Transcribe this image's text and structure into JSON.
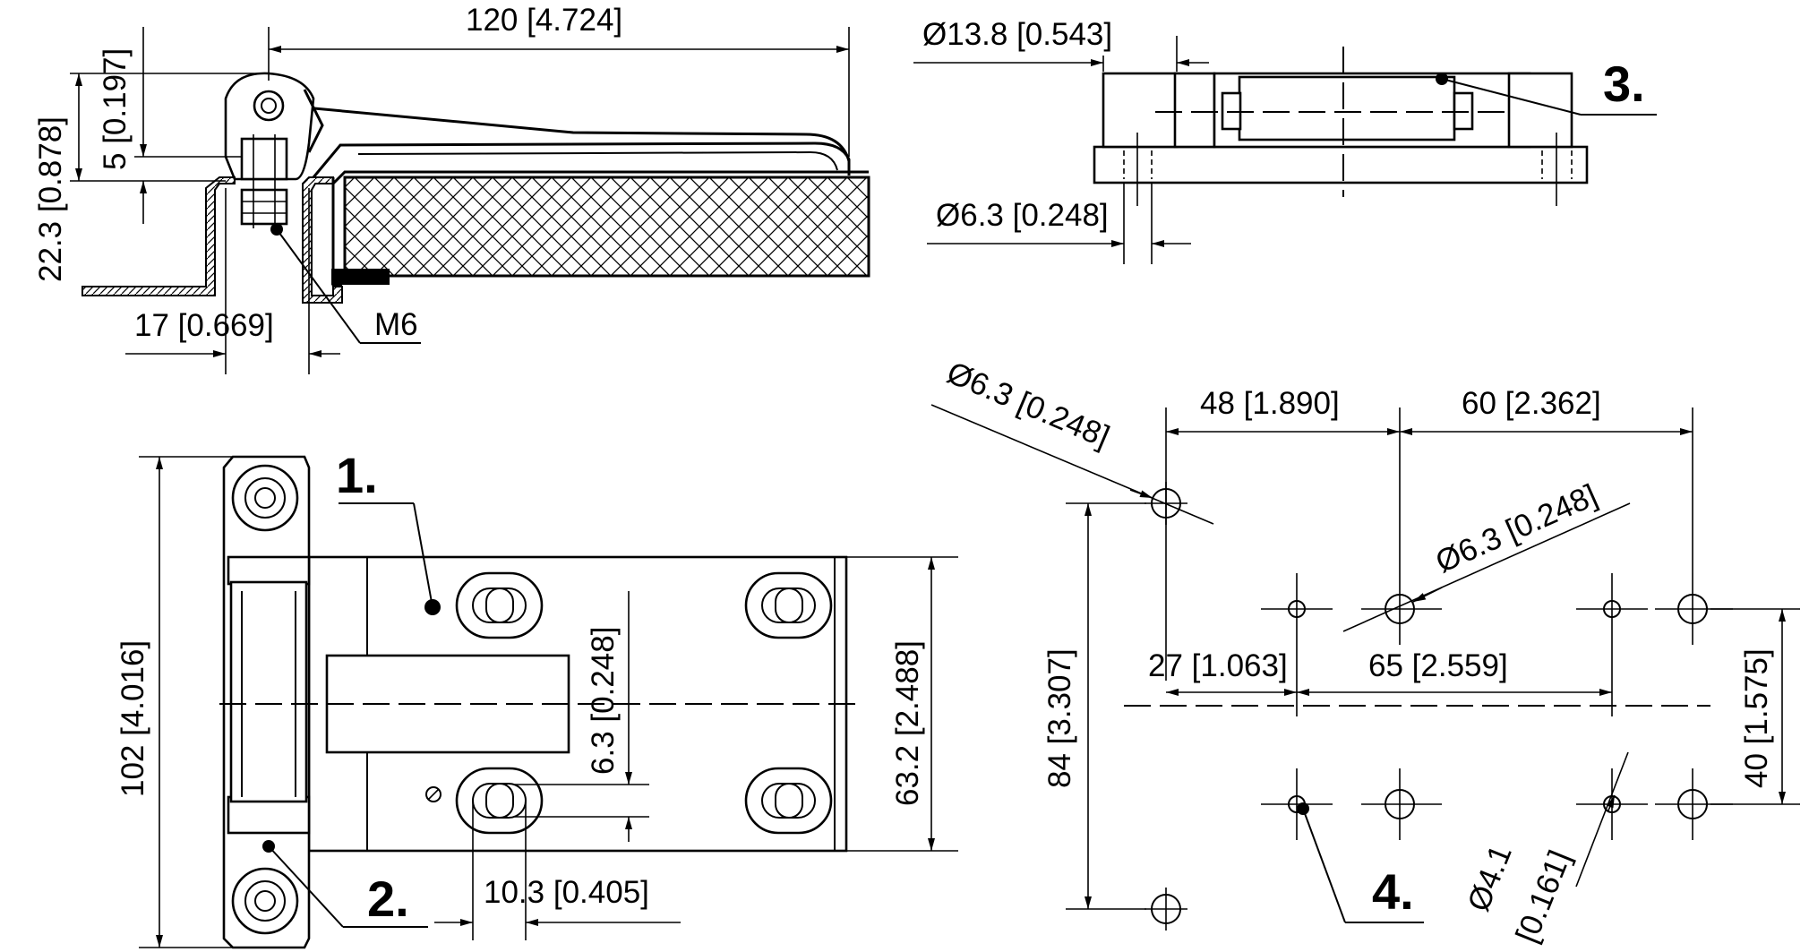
{
  "dimensions": {
    "overall_length": "120 [4.724]",
    "flange_offset": "5 [0.197]",
    "pivot_height": "22.3 [0.878]",
    "mount_width": "17 [0.669]",
    "thread": "M6",
    "pin_diameter": "Ø13.8 [0.543]",
    "hole_diameter_side": "Ø6.3 [0.248]",
    "overall_height": "102 [4.016]",
    "slot_offset": "6.3 [0.248]",
    "leaf_height": "63.2 [2.488]",
    "slot_length": "10.3 [0.405]",
    "hole_diameter_top": "Ø6.3 [0.248]",
    "spacing_48": "48 [1.890]",
    "spacing_60": "60 [2.362]",
    "hole_diameter_mid": "Ø6.3 [0.248]",
    "spacing_27": "27 [1.063]",
    "spacing_65": "65 [2.559]",
    "spacing_84": "84 [3.307]",
    "spacing_40": "40 [1.575]",
    "small_hole_diameter": "Ø4.1",
    "small_hole_diameter_in": "[0.161]"
  },
  "callouts": {
    "c1": "1.",
    "c2": "2.",
    "c3": "3.",
    "c4": "4."
  }
}
